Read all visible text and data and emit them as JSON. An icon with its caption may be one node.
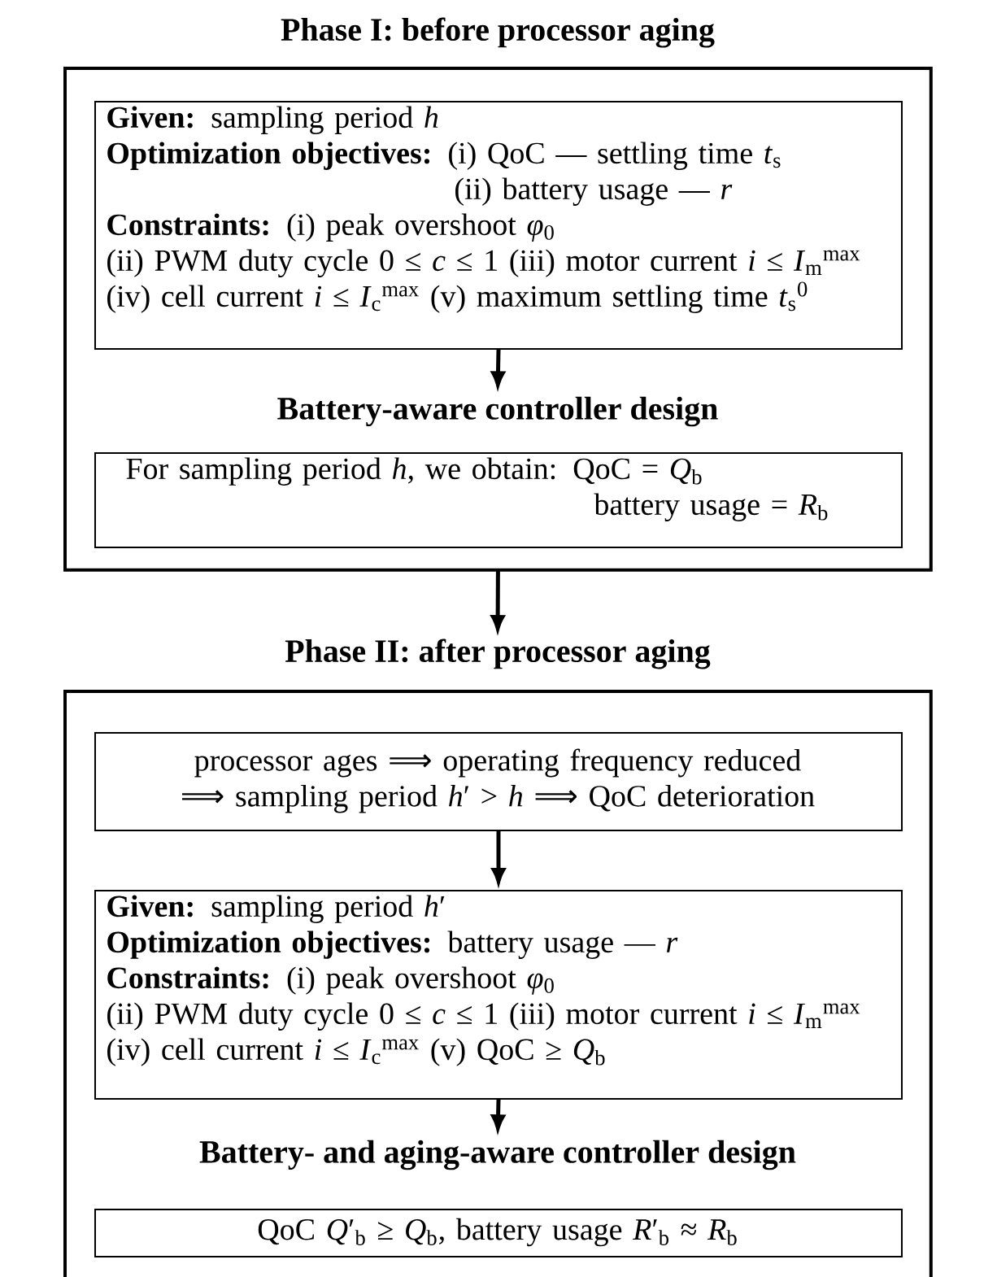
{
  "diagram": {
    "nodes": [
      {
        "text": [
          "Phase I: before processor aging"
        ]
      },
      {
        "text": [
          "**Given:** sampling period *h*",
          "**Optimization objectives:** (i) QoC — settling time *t*$_{s}$",
          "(ii) battery usage — *r*",
          "**Constraints:** (i) peak overshoot *φ*$_{0}$",
          "(ii) PWM duty cycle 0 ≤ *c* ≤ 1 (iii) motor current *i* ≤ *I*$_{m}$$^{max}$",
          "(iv) cell current *i* ≤ *I*$_{c}$$^{max}$ (v) maximum settling time *t*$_{s}$$^{0}$"
        ],
        "in": 0
      },
      {
        "text": [
          "Battery-aware controller design"
        ],
        "in": 0
      },
      {
        "text": [
          "For sampling period *h*, we obtain: QoC = *Q*$_{b}$",
          "battery usage = *R*$_{b}$"
        ],
        "in": 0
      },
      {
        "text": [
          "Phase II: after processor aging"
        ]
      },
      {
        "text": [
          "processor ages ⟹ operating frequency reduced ⟹ sampling period *h*′ > *h* ⟹ QoC deterioration"
        ],
        "in": 4
      },
      {
        "text": [
          "**Given:** sampling period *h*′",
          "**Optimization objectives:** battery usage — *r*",
          "**Constraints:** (i) peak overshoot *φ*$_{0}$",
          "(ii) PWM duty cycle 0 ≤ *c* ≤ 1 (iii) motor current *i* ≤ *I*$_{m}$$^{max}$",
          "(iv) cell current *i* ≤ *I*$_{c}$$^{max}$ (v) QoC ≥ *Q*$_{b}$"
        ],
        "in": 4
      },
      {
        "text": [
          "Battery- and aging-aware controller design"
        ],
        "in": 4
      },
      {
        "text": [
          "QoC *Q*′$_{b}$ ≥ *Q*$_{b}$, battery usage *R*′$_{b}$ ≈ *R*$_{b}$"
        ],
        "in": 4
      }
    ],
    "edges": [
      {
        "from": 1,
        "to": 2,
        "arrow": "to"
      },
      {
        "from": 0,
        "to": 4,
        "arrow": "to"
      },
      {
        "from": 5,
        "to": 6,
        "arrow": "to"
      },
      {
        "from": 6,
        "to": 7,
        "arrow": "to"
      }
    ]
  }
}
